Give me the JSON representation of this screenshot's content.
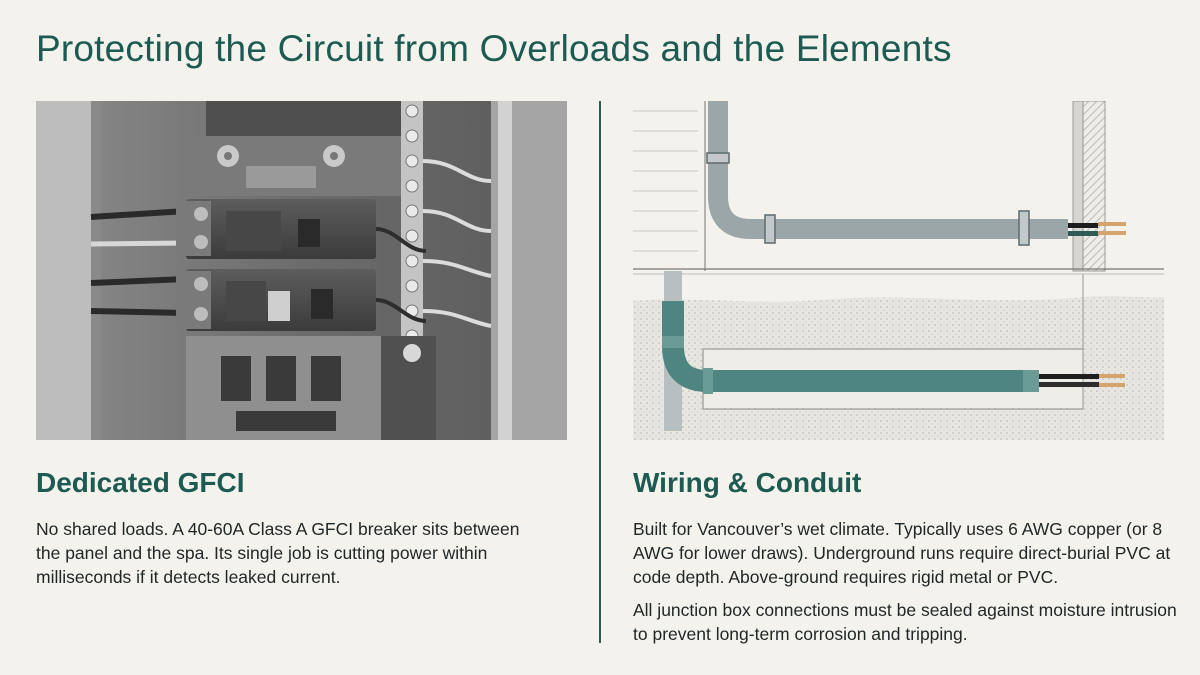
{
  "page": {
    "title": "Protecting the Circuit from Overloads and the Elements"
  },
  "left": {
    "image_subject": "breaker-panel-photo",
    "heading": "Dedicated GFCI",
    "body": "No shared loads. A 40-60A Class A GFCI breaker sits between the panel and the spa. Its single job is cutting power within milliseconds if it detects leaked current."
  },
  "right": {
    "image_subject": "conduit-diagram",
    "heading": "Wiring & Conduit",
    "body1": "Built for Vancouver’s wet climate. Typically uses 6 AWG copper (or 8 AWG for lower draws). Underground runs require direct-burial PVC at code depth. Above-ground requires rigid metal or PVC.",
    "body2": "All junction box connections must be sealed against moisture intrusion to prevent long-term corrosion and tripping."
  },
  "colors": {
    "accent": "#1c5a52",
    "background": "#f3f2ed",
    "divider": "#2f5b57",
    "pvc_conduit": "#4f8580",
    "metal_conduit": "#9aa6a8"
  }
}
